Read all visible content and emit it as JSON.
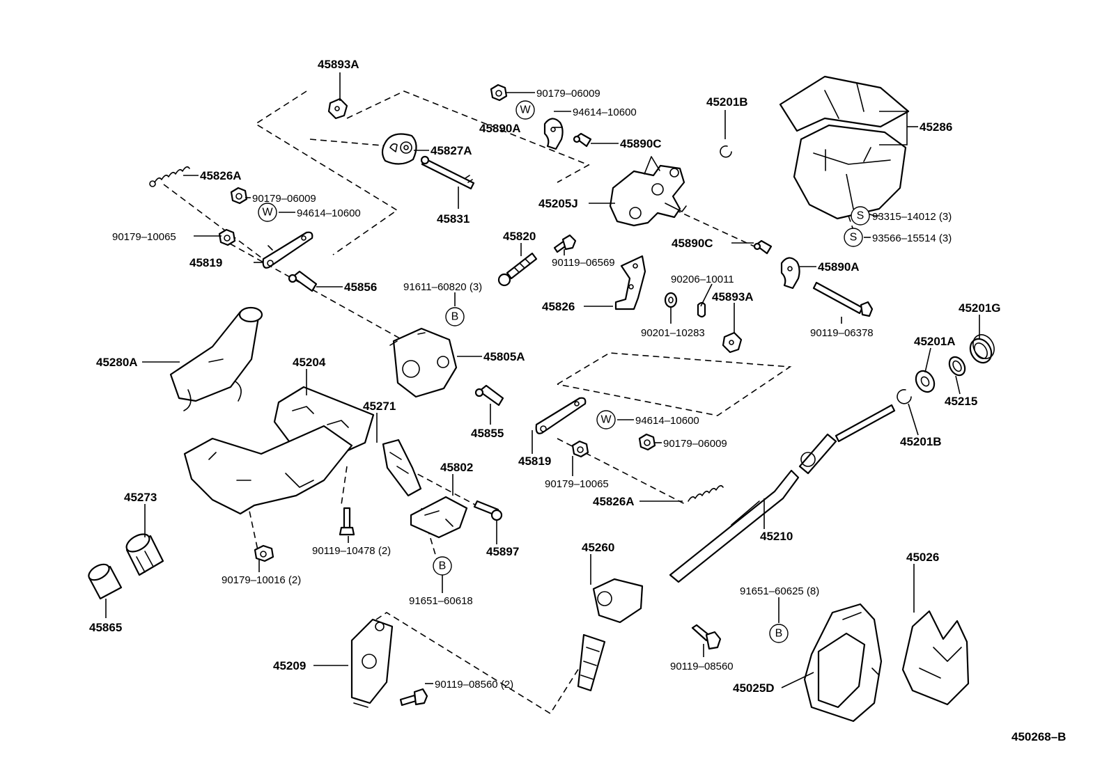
{
  "diagram_code": "450268–B",
  "symbols": {
    "B": "B",
    "S": "S",
    "W": "W"
  },
  "labels": {
    "l_45893A_top": "45893A",
    "l_90179_06009_a": "90179–06009",
    "l_94614_10600_a": "94614–10600",
    "l_45890A_top": "45890A",
    "l_45201B_top": "45201B",
    "l_45286": "45286",
    "l_45826A_left": "45826A",
    "l_45827A": "45827A",
    "l_45890C_top": "45890C",
    "l_90179_06009_b": "90179–06009",
    "l_94614_10600_b": "94614–10600",
    "l_45831": "45831",
    "l_45205J": "45205J",
    "l_93315_14012": "93315–14012 (3)",
    "l_90179_10065_a": "90179–10065",
    "l_45820": "45820",
    "l_90119_06569": "90119–06569",
    "l_45890C_mid": "45890C",
    "l_93566_15514": "93566–15514 (3)",
    "l_45819_left": "45819",
    "l_45856": "45856",
    "l_91611_60820": "91611–60820 (3)",
    "l_90206_10011": "90206–10011",
    "l_45890A_right": "45890A",
    "l_45826": "45826",
    "l_45893A_mid": "45893A",
    "l_90201_10283": "90201–10283",
    "l_90119_06378": "90119–06378",
    "l_45201G": "45201G",
    "l_45280A": "45280A",
    "l_45204": "45204",
    "l_45805A": "45805A",
    "l_45201A": "45201A",
    "l_45271": "45271",
    "l_45855": "45855",
    "l_94614_10600_c": "94614–10600",
    "l_45215": "45215",
    "l_45201B_right": "45201B",
    "l_90179_06009_c": "90179–06009",
    "l_45802": "45802",
    "l_45819_mid": "45819",
    "l_90179_10065_b": "90179–10065",
    "l_45273": "45273",
    "l_45826A_mid": "45826A",
    "l_90119_10478": "90119–10478 (2)",
    "l_45897": "45897",
    "l_45210": "45210",
    "l_45260": "45260",
    "l_45026": "45026",
    "l_90179_10016": "90179–10016 (2)",
    "l_91651_60618": "91651–60618",
    "l_91651_60625": "91651–60625 (8)",
    "l_45865": "45865",
    "l_45209": "45209",
    "l_90119_08560_a": "90119–08560 (2)",
    "l_90119_08560_b": "90119–08560",
    "l_45025D": "45025D"
  }
}
